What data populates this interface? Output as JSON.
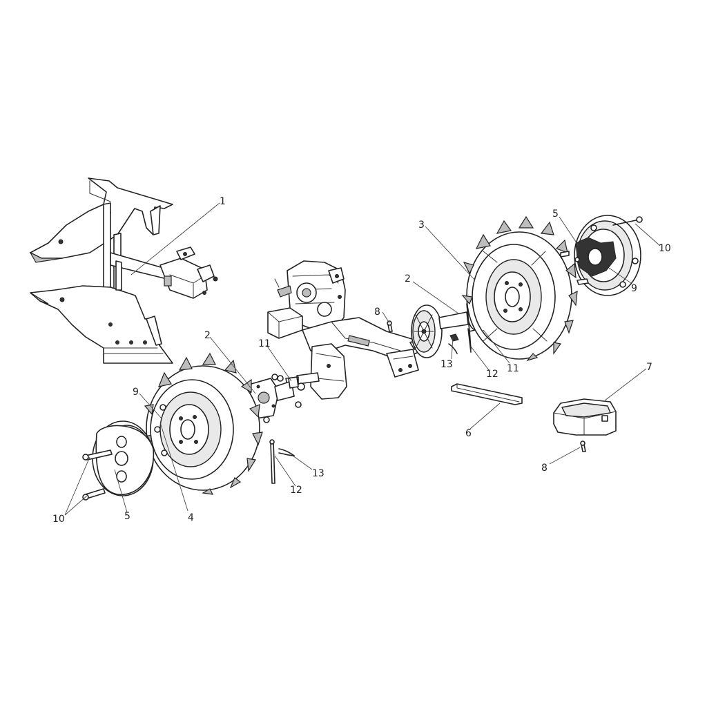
{
  "callouts": [
    {
      "id": "c1",
      "label": "1"
    },
    {
      "id": "c2a",
      "label": "2"
    },
    {
      "id": "c2b",
      "label": "2"
    },
    {
      "id": "c3",
      "label": "3"
    },
    {
      "id": "c4",
      "label": "4"
    },
    {
      "id": "c5a",
      "label": "5"
    },
    {
      "id": "c5b",
      "label": "5"
    },
    {
      "id": "c6",
      "label": "6"
    },
    {
      "id": "c7",
      "label": "7"
    },
    {
      "id": "c8a",
      "label": "8"
    },
    {
      "id": "c8b",
      "label": "8"
    },
    {
      "id": "c9a",
      "label": "9"
    },
    {
      "id": "c9b",
      "label": "9"
    },
    {
      "id": "c10a",
      "label": "10"
    },
    {
      "id": "c10b",
      "label": "10"
    },
    {
      "id": "c11a",
      "label": "11"
    },
    {
      "id": "c11b",
      "label": "11"
    },
    {
      "id": "c12a",
      "label": "12"
    },
    {
      "id": "c12b",
      "label": "12"
    },
    {
      "id": "c13a",
      "label": "13"
    },
    {
      "id": "c13b",
      "label": "13"
    }
  ],
  "colors": {
    "line": "#222222",
    "fill": "#ffffff",
    "shade": "#e9e9e9"
  }
}
